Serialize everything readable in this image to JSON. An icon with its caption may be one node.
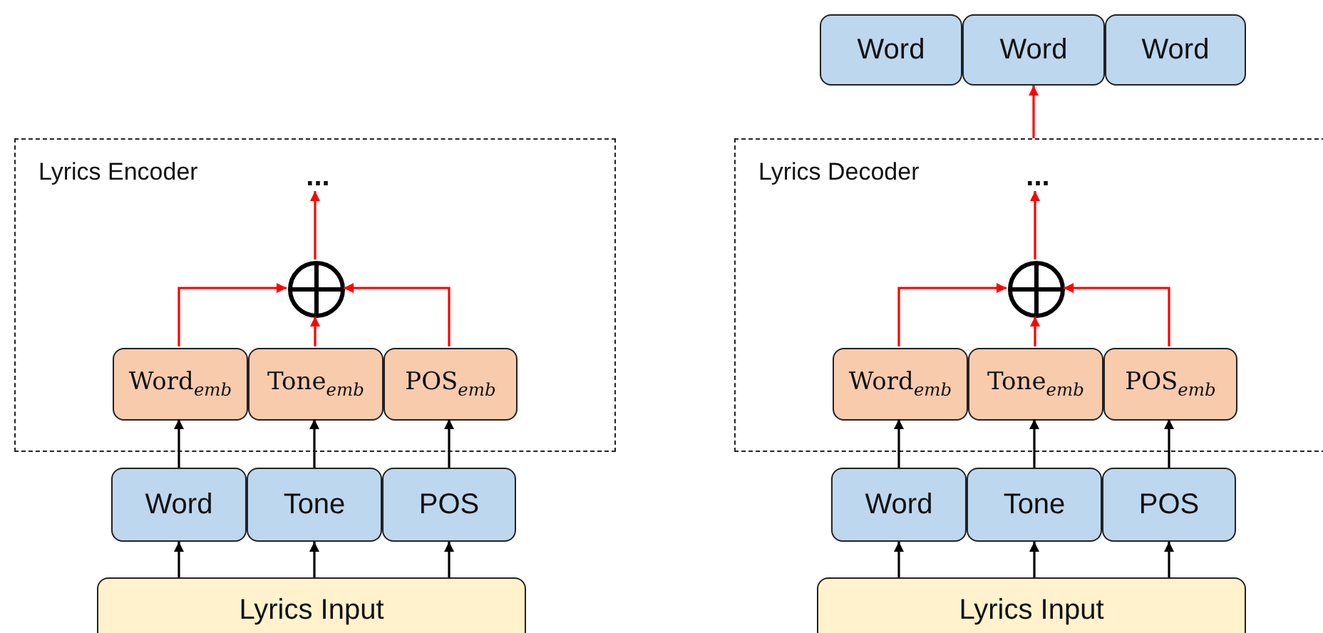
{
  "diagram": {
    "nodes": [
      {
        "text": [
          "Lyrics Encoder"
        ]
      },
      {
        "text": [
          "..."
        ],
        "in": 0
      },
      {
        "text": [],
        "shape": "circle",
        "in": 0
      },
      {
        "text": [
          "Word$_{emb}$"
        ],
        "in": 0
      },
      {
        "text": [
          "Tone$_{emb}$"
        ],
        "in": 0
      },
      {
        "text": [
          "POS$_{emb}$"
        ],
        "in": 0
      },
      {
        "text": [
          "Word"
        ]
      },
      {
        "text": [
          "Tone"
        ]
      },
      {
        "text": [
          "POS"
        ]
      },
      {
        "text": [
          "Lyrics Input"
        ]
      },
      {
        "text": [
          "Lyrics Decoder"
        ]
      },
      {
        "text": [
          "..."
        ],
        "in": 10
      },
      {
        "text": [],
        "shape": "circle",
        "in": 10
      },
      {
        "text": [
          "Word$_{emb}$"
        ],
        "in": 10
      },
      {
        "text": [
          "Tone$_{emb}$"
        ],
        "in": 10
      },
      {
        "text": [
          "POS$_{emb}$"
        ],
        "in": 10
      },
      {
        "text": [
          "Word"
        ]
      },
      {
        "text": [
          "Tone"
        ]
      },
      {
        "text": [
          "POS"
        ]
      },
      {
        "text": [
          "Lyrics Input"
        ]
      },
      {
        "text": [
          "Word"
        ]
      },
      {
        "text": [
          "Word"
        ]
      },
      {
        "text": [
          "Word"
        ]
      }
    ],
    "edges": [
      {
        "from": 9,
        "to": 6,
        "arrow": "to"
      },
      {
        "from": 9,
        "to": 7,
        "arrow": "to"
      },
      {
        "from": 9,
        "to": 8,
        "arrow": "to"
      },
      {
        "from": 6,
        "to": 3,
        "arrow": "to"
      },
      {
        "from": 7,
        "to": 4,
        "arrow": "to"
      },
      {
        "from": 8,
        "to": 5,
        "arrow": "to"
      },
      {
        "from": 3,
        "to": 2,
        "arrow": "to",
        "color": "#ff0000"
      },
      {
        "from": 4,
        "to": 2,
        "arrow": "to",
        "color": "#ff0000"
      },
      {
        "from": 5,
        "to": 2,
        "arrow": "to",
        "color": "#ff0000"
      },
      {
        "from": 2,
        "to": 1,
        "arrow": "to",
        "color": "#ff0000"
      },
      {
        "from": 19,
        "to": 16,
        "arrow": "to"
      },
      {
        "from": 19,
        "to": 17,
        "arrow": "to"
      },
      {
        "from": 19,
        "to": 18,
        "arrow": "to"
      },
      {
        "from": 16,
        "to": 13,
        "arrow": "to"
      },
      {
        "from": 17,
        "to": 14,
        "arrow": "to"
      },
      {
        "from": 18,
        "to": 15,
        "arrow": "to"
      },
      {
        "from": 13,
        "to": 12,
        "arrow": "to",
        "color": "#ff0000"
      },
      {
        "from": 14,
        "to": 12,
        "arrow": "to",
        "color": "#ff0000"
      },
      {
        "from": 15,
        "to": 12,
        "arrow": "to",
        "color": "#ff0000"
      },
      {
        "from": 12,
        "to": 11,
        "arrow": "to",
        "color": "#ff0000"
      },
      {
        "from": 10,
        "to": 21,
        "arrow": "to",
        "color": "#ff0000"
      }
    ]
  }
}
